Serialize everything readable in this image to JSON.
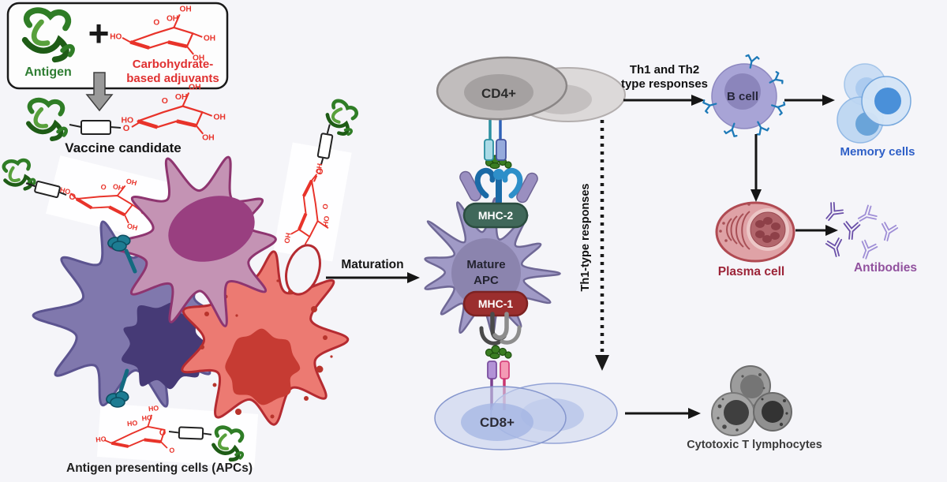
{
  "vaccine_design": {
    "antigen_label": "Antigen",
    "plus_sign": "+",
    "adjuvant_label_line1": "Carbohydrate-",
    "adjuvant_label_line2": "based adjuvants",
    "product_label": "Vaccine candidate"
  },
  "chem": {
    "oh": "OH",
    "ho": "HO",
    "o": "O"
  },
  "apc_stage": {
    "caption": "Antigen presenting cells (APCs)",
    "maturation_label": "Maturation",
    "mature_apc_line1": "Mature",
    "mature_apc_line2": "APC",
    "mhc2_label": "MHC-2",
    "mhc1_label": "MHC-1"
  },
  "t_cell_stage": {
    "cd4_label": "CD4+",
    "cd8_label": "CD8+",
    "th_arrow_line1": "Th1 and Th2",
    "th_arrow_line2": "type responses",
    "th1_dashed_label": "Th1-type responses"
  },
  "b_cell_stage": {
    "b_cell_label": "B cell",
    "memory_label": "Memory cells",
    "plasma_label": "Plasma cell",
    "antibodies_label": "Antibodies"
  },
  "ctl_stage": {
    "caption": "Cytotoxic T lymphocytes"
  },
  "colors": {
    "background": "#f5f5f9",
    "antigen_green": "#2e7d32",
    "adjuvant_red": "#e8332a",
    "apc_purple": "#8078ad",
    "apc_pink": "#c493b4",
    "apc_red": "#ec7a72",
    "mature_apc_purple": "#a09ac6",
    "mhc2_green": "#40685a",
    "mhc1_red": "#9b2e2e",
    "cd4_gray": "#c1bdbd",
    "cd8_blue": "#c7d1ed",
    "b_cell_purple": "#a8a4d6",
    "memory_blue": "#4a90d9",
    "plasma_pink": "#dfa2a6",
    "antibody_purple": "#6a4fa8",
    "ctl_gray": "#9c9c9c"
  }
}
